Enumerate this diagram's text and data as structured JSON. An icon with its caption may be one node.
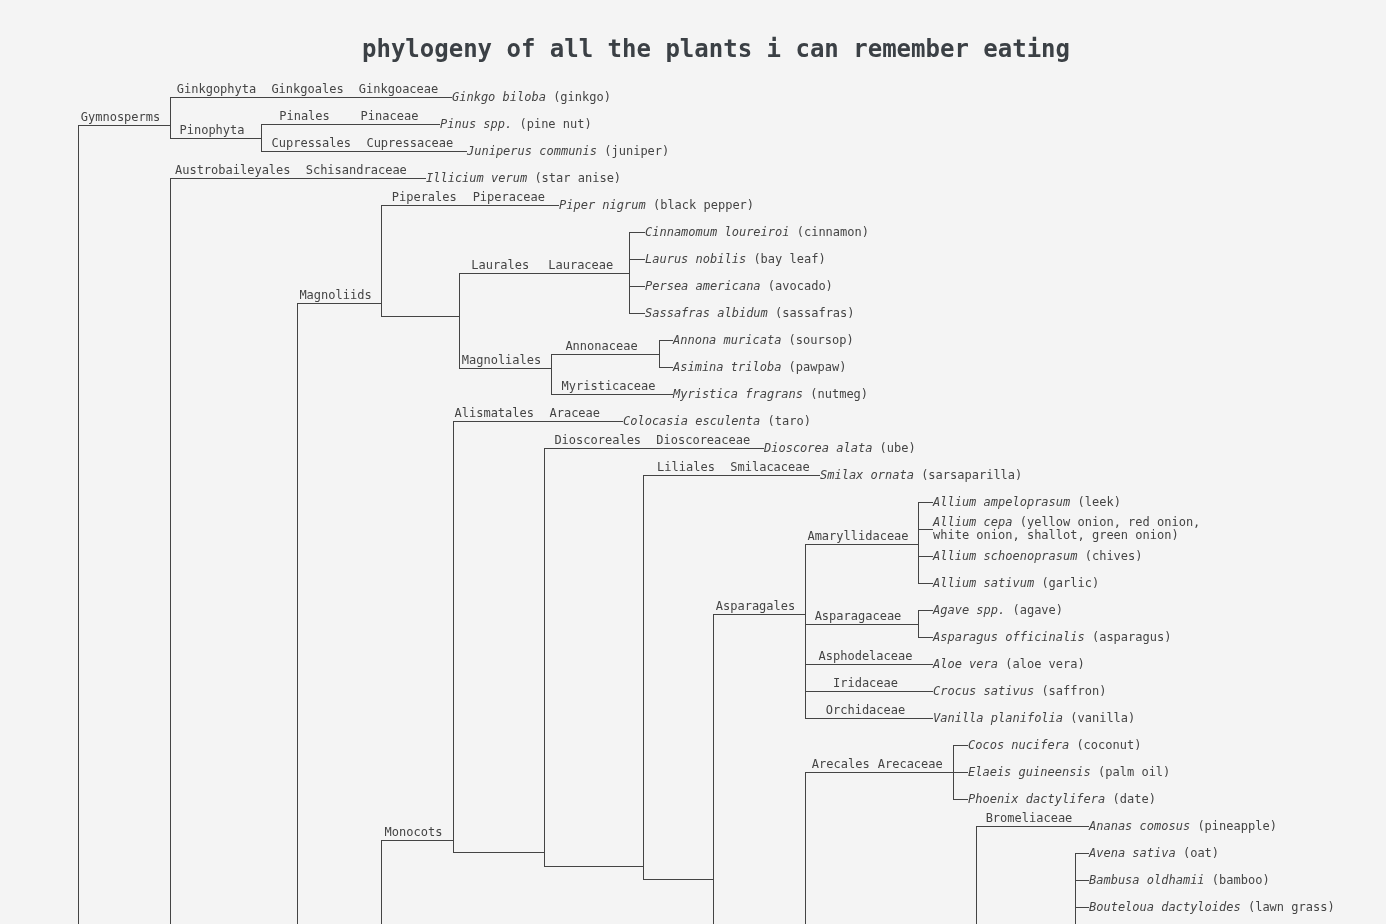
{
  "diagram": {
    "title": "phylogeny of all the plants i can remember eating",
    "nodes": [
      {
        "text": [],
        "shape": "bar"
      },
      {
        "text": [],
        "shape": "bar"
      },
      {
        "text": [
          "*Ginkgo biloba* (ginkgo)"
        ]
      },
      {
        "text": [],
        "shape": "bar"
      },
      {
        "text": [
          "*Pinus spp.* (pine nut)"
        ]
      },
      {
        "text": [
          "*Juniperus communis* (juniper)"
        ]
      },
      {
        "text": [],
        "shape": "bar"
      },
      {
        "text": [
          "*Illicium verum* (star anise)"
        ]
      },
      {
        "text": [],
        "shape": "bar"
      },
      {
        "text": [],
        "shape": "bar"
      },
      {
        "text": [
          "*Piper nigrum* (black pepper)"
        ]
      },
      {
        "text": [],
        "shape": "bar"
      },
      {
        "text": [],
        "shape": "bar"
      },
      {
        "text": [
          "*Cinnamomum loureiroi* (cinnamon)"
        ]
      },
      {
        "text": [
          "*Laurus nobilis* (bay leaf)"
        ]
      },
      {
        "text": [
          "*Persea americana* (avocado)"
        ]
      },
      {
        "text": [
          "*Sassafras albidum* (sassafras)"
        ]
      },
      {
        "text": [],
        "shape": "bar"
      },
      {
        "text": [],
        "shape": "bar"
      },
      {
        "text": [
          "*Annona muricata* (soursop)"
        ]
      },
      {
        "text": [
          "*Asimina triloba* (pawpaw)"
        ]
      },
      {
        "text": [
          "*Myristica fragrans* (nutmeg)"
        ]
      },
      {
        "text": [],
        "shape": "bar"
      },
      {
        "text": [],
        "shape": "bar"
      },
      {
        "text": [
          "*Colocasia esculenta* (taro)"
        ]
      },
      {
        "text": [],
        "shape": "bar"
      },
      {
        "text": [
          "*Dioscorea alata* (ube)"
        ]
      },
      {
        "text": [],
        "shape": "bar"
      },
      {
        "text": [
          "*Smilax ornata* (sarsaparilla)"
        ]
      },
      {
        "text": [],
        "shape": "bar"
      },
      {
        "text": [],
        "shape": "bar"
      },
      {
        "text": [],
        "shape": "bar"
      },
      {
        "text": [
          "*Allium ampeloprasum* (leek)"
        ]
      },
      {
        "text": [
          "*Allium cepa* (yellow onion, red onion, white onion, shallot, green onion)"
        ]
      },
      {
        "text": [
          "*Allium schoenoprasum* (chives)"
        ]
      },
      {
        "text": [
          "*Allium sativum* (garlic)"
        ]
      },
      {
        "text": [],
        "shape": "bar"
      },
      {
        "text": [
          "*Agave spp.* (agave)"
        ]
      },
      {
        "text": [
          "*Asparagus officinalis* (asparagus)"
        ]
      },
      {
        "text": [
          "*Aloe vera* (aloe vera)"
        ]
      },
      {
        "text": [
          "*Crocus sativus* (saffron)"
        ]
      },
      {
        "text": [
          "*Vanilla planifolia* (vanilla)"
        ]
      },
      {
        "text": [],
        "shape": "bar"
      },
      {
        "text": [],
        "shape": "bar"
      },
      {
        "text": [
          "*Cocos nucifera* (coconut)"
        ]
      },
      {
        "text": [
          "*Elaeis guineensis* (palm oil)"
        ]
      },
      {
        "text": [
          "*Phoenix dactylifera* (date)"
        ]
      },
      {
        "text": [],
        "shape": "bar"
      },
      {
        "text": [
          "*Ananas comosus* (pineapple)"
        ]
      },
      {
        "text": [],
        "shape": "bar"
      },
      {
        "text": [
          "*Avena sativa* (oat)"
        ]
      },
      {
        "text": [
          "*Bambusa oldhamii* (bamboo)"
        ]
      },
      {
        "text": [
          "*Bouteloua dactyloides* (lawn grass)"
        ]
      }
    ],
    "edges": [
      {
        "from": 0,
        "to": 1,
        "arrow": "none",
        "label": "Gymnosperms"
      },
      {
        "from": 1,
        "to": 2,
        "arrow": "none",
        "label": "Ginkgophyta Ginkgoales Ginkgoaceae"
      },
      {
        "from": 1,
        "to": 3,
        "arrow": "none",
        "label": "Pinophyta"
      },
      {
        "from": 3,
        "to": 4,
        "arrow": "none",
        "label": "Pinales Pinaceae"
      },
      {
        "from": 3,
        "to": 5,
        "arrow": "none",
        "label": "Cupressales Cupressaceae"
      },
      {
        "from": 6,
        "to": 7,
        "arrow": "none",
        "label": "Austrobaileyales Schisandraceae"
      },
      {
        "from": 8,
        "to": 9,
        "arrow": "none",
        "label": "Magnoliids"
      },
      {
        "from": 9,
        "to": 10,
        "arrow": "none",
        "label": "Piperales Piperaceae"
      },
      {
        "from": 9,
        "to": 11,
        "arrow": "none"
      },
      {
        "from": 11,
        "to": 12,
        "arrow": "none",
        "label": "Laurales Lauraceae"
      },
      {
        "from": 12,
        "to": 13,
        "arrow": "none"
      },
      {
        "from": 12,
        "to": 14,
        "arrow": "none"
      },
      {
        "from": 12,
        "to": 15,
        "arrow": "none"
      },
      {
        "from": 12,
        "to": 16,
        "arrow": "none"
      },
      {
        "from": 11,
        "to": 17,
        "arrow": "none",
        "label": "Magnoliales"
      },
      {
        "from": 17,
        "to": 18,
        "arrow": "none",
        "label": "Annonaceae"
      },
      {
        "from": 18,
        "to": 19,
        "arrow": "none"
      },
      {
        "from": 18,
        "to": 20,
        "arrow": "none"
      },
      {
        "from": 17,
        "to": 21,
        "arrow": "none",
        "label": "Myristicaceae"
      },
      {
        "from": 22,
        "to": 23,
        "arrow": "none",
        "label": "Monocots"
      },
      {
        "from": 23,
        "to": 24,
        "arrow": "none",
        "label": "Alismatales Araceae"
      },
      {
        "from": 23,
        "to": 25,
        "arrow": "none"
      },
      {
        "from": 25,
        "to": 26,
        "arrow": "none",
        "label": "Dioscoreales Dioscoreaceae"
      },
      {
        "from": 25,
        "to": 27,
        "arrow": "none"
      },
      {
        "from": 27,
        "to": 28,
        "arrow": "none",
        "label": "Liliales Smilacaceae"
      },
      {
        "from": 27,
        "to": 29,
        "arrow": "none"
      },
      {
        "from": 29,
        "to": 30,
        "arrow": "none",
        "label": "Asparagales"
      },
      {
        "from": 30,
        "to": 31,
        "arrow": "none",
        "label": "Amaryllidaceae"
      },
      {
        "from": 31,
        "to": 32,
        "arrow": "none"
      },
      {
        "from": 31,
        "to": 33,
        "arrow": "none"
      },
      {
        "from": 31,
        "to": 34,
        "arrow": "none"
      },
      {
        "from": 31,
        "to": 35,
        "arrow": "none"
      },
      {
        "from": 30,
        "to": 36,
        "arrow": "none",
        "label": "Asparagaceae"
      },
      {
        "from": 36,
        "to": 37,
        "arrow": "none"
      },
      {
        "from": 36,
        "to": 38,
        "arrow": "none"
      },
      {
        "from": 30,
        "to": 39,
        "arrow": "none",
        "label": "Asphodelaceae"
      },
      {
        "from": 30,
        "to": 40,
        "arrow": "none",
        "label": "Iridaceae"
      },
      {
        "from": 30,
        "to": 41,
        "arrow": "none",
        "label": "Orchidaceae"
      },
      {
        "from": 42,
        "to": 43,
        "arrow": "none",
        "label": "Arecales Arecaceae"
      },
      {
        "from": 43,
        "to": 44,
        "arrow": "none"
      },
      {
        "from": 43,
        "to": 45,
        "arrow": "none"
      },
      {
        "from": 43,
        "to": 46,
        "arrow": "none"
      },
      {
        "from": 47,
        "to": 48,
        "arrow": "none",
        "label": "Bromeliaceae"
      },
      {
        "from": 49,
        "to": 50,
        "arrow": "none"
      },
      {
        "from": 49,
        "to": 51,
        "arrow": "none"
      },
      {
        "from": 49,
        "to": 52,
        "arrow": "none"
      }
    ]
  }
}
